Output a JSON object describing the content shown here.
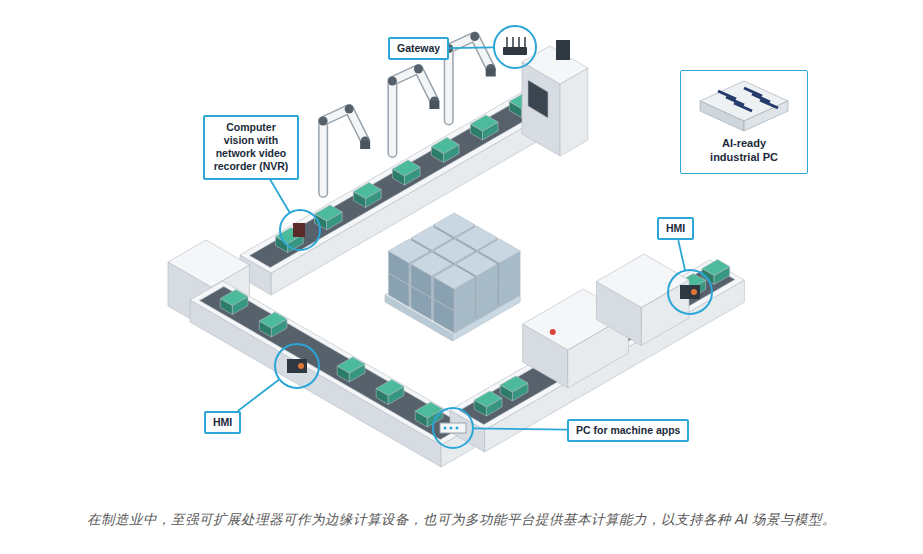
{
  "diagram": {
    "caption": "在制造业中，至强可扩展处理器可作为边缘计算设备，也可为多功能平台提供基本计算能力，以支持各种 AI 场景与模型。",
    "nodes": [
      {
        "text": [
          "Gateway"
        ]
      },
      {
        "text": [
          "Computer vision with network video recorder (NVR)"
        ]
      },
      {
        "text": [
          "AI-ready industrial PC"
        ]
      },
      {
        "text": [
          "HMI"
        ]
      },
      {
        "text": [
          "HMI"
        ]
      },
      {
        "text": [
          "PC for machine apps"
        ]
      }
    ]
  }
}
